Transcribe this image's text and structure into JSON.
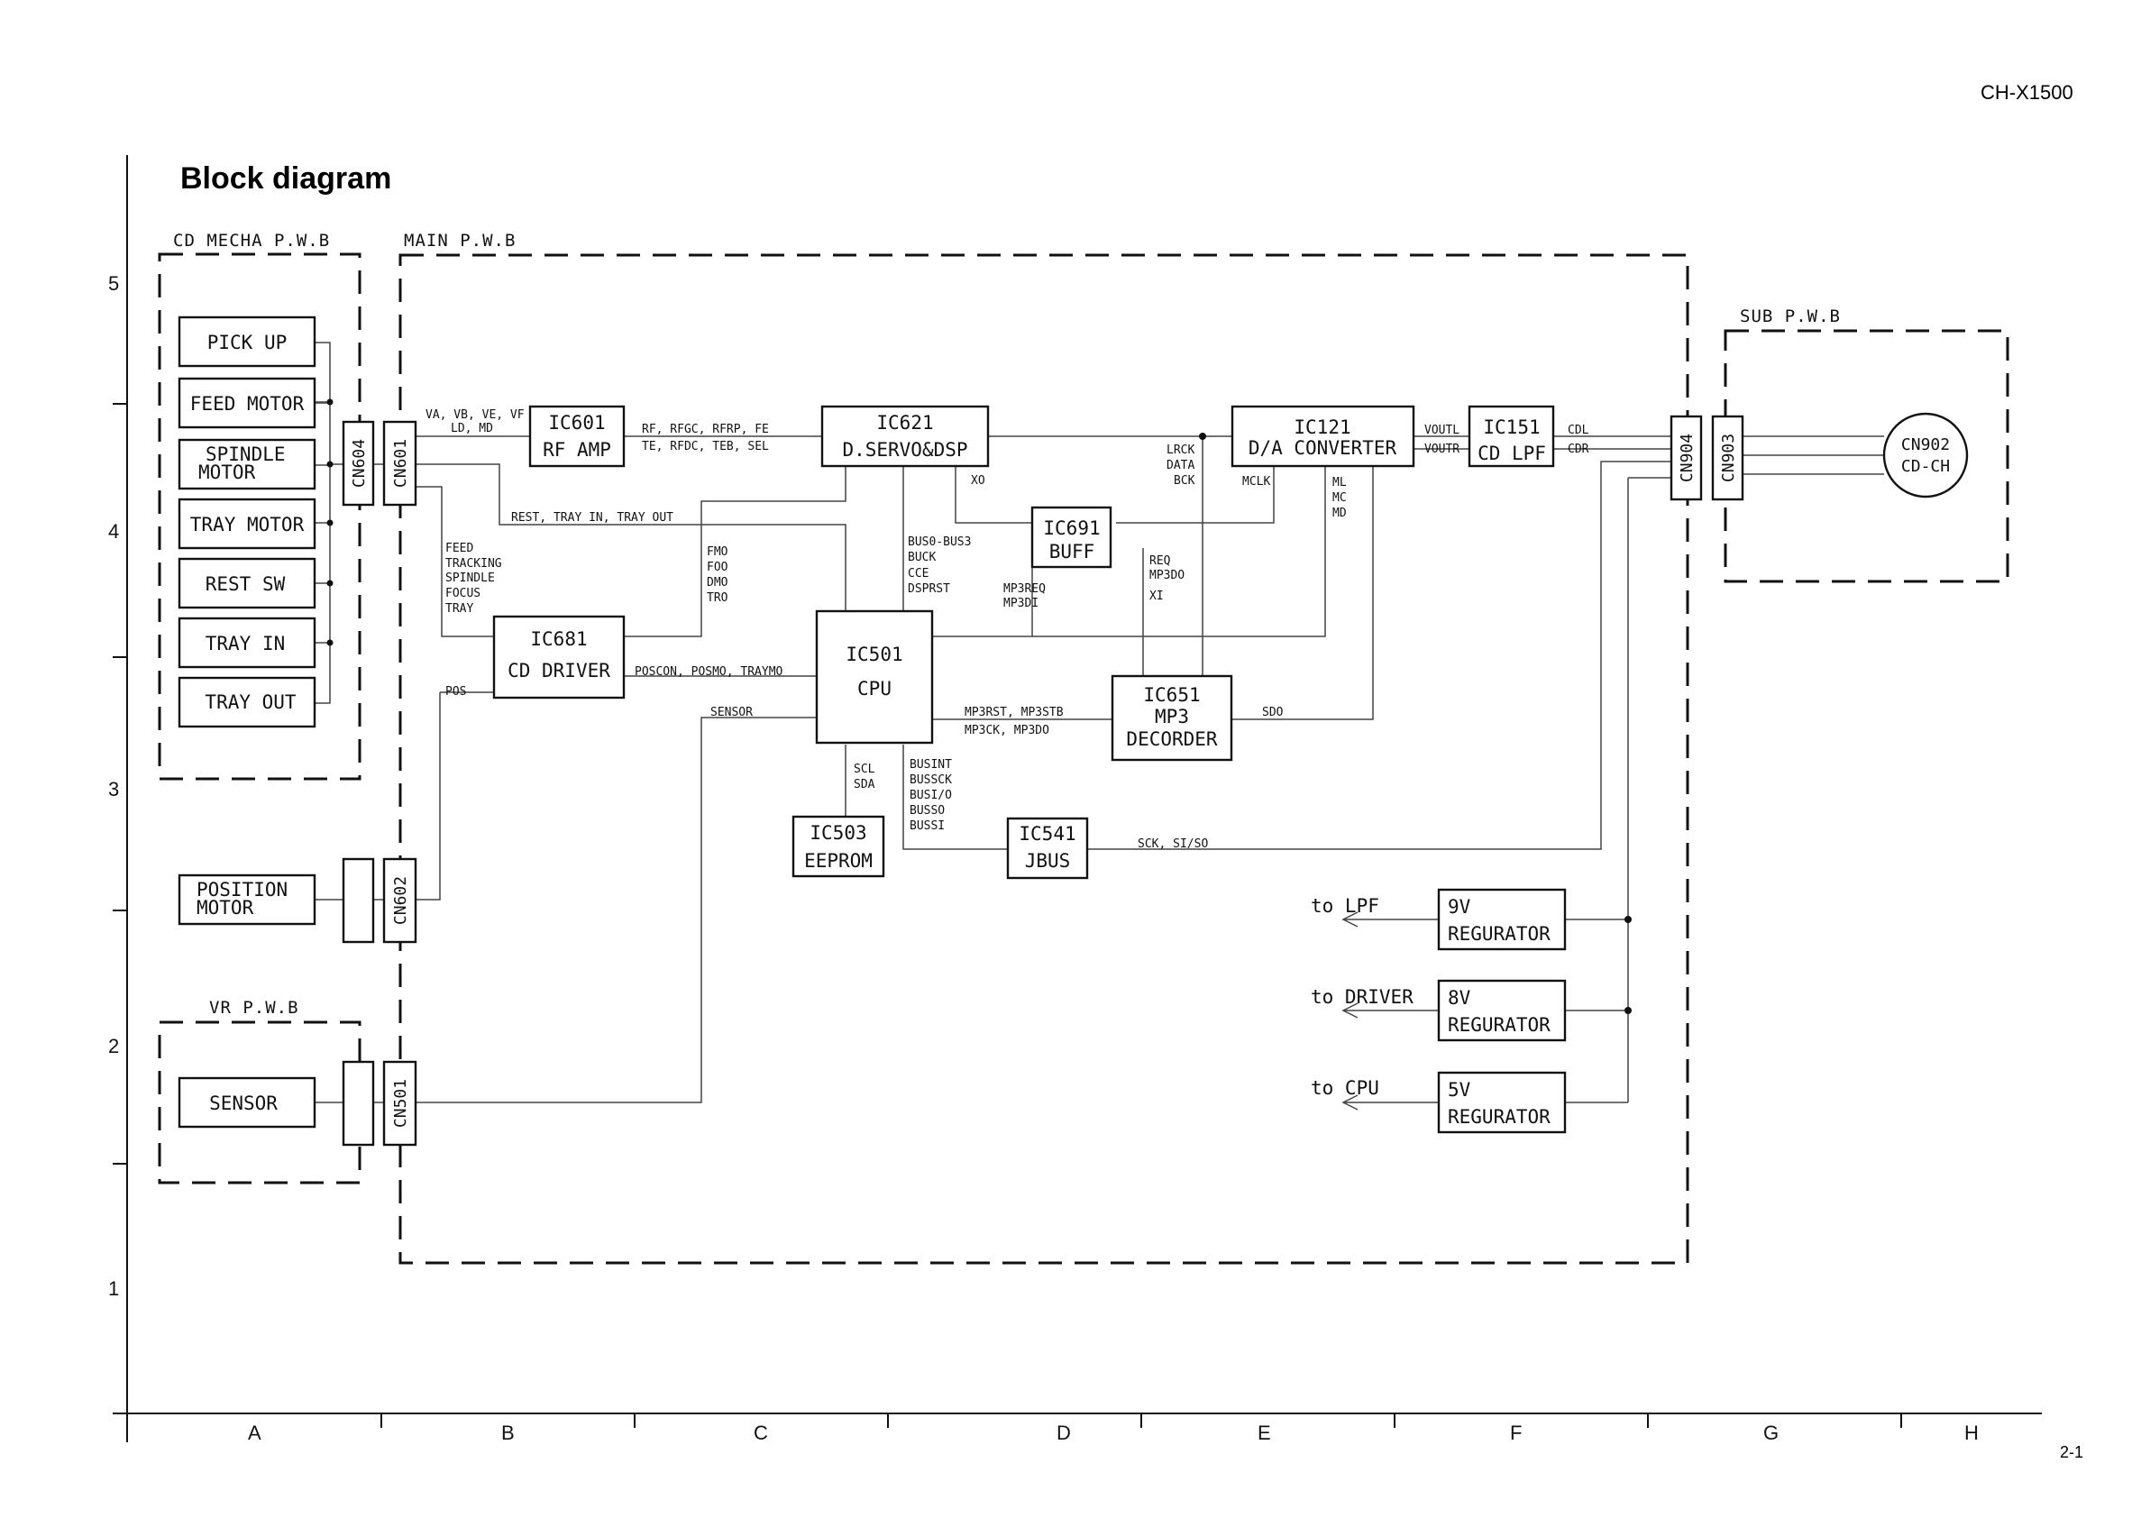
{
  "header": {
    "model": "CH-X1500",
    "title": "Block diagram",
    "page_number": "2-1"
  },
  "boards": {
    "cd_mecha": "CD MECHA P.W.B",
    "main": "MAIN P.W.B",
    "sub": "SUB P.W.B",
    "vr": "VR P.W.B"
  },
  "mecha_parts": {
    "pickup": "PICK UP",
    "feed_motor": "FEED MOTOR",
    "spindle_motor_1": "SPINDLE",
    "spindle_motor_2": "MOTOR",
    "tray_motor": "TRAY MOTOR",
    "rest_sw": "REST SW",
    "tray_in": "TRAY IN",
    "tray_out": "TRAY OUT"
  },
  "parts": {
    "position_motor_1": "POSITION",
    "position_motor_2": "MOTOR",
    "sensor": "SENSOR"
  },
  "connectors": {
    "cn604": "CN604",
    "cn601": "CN601",
    "cn602": "CN602",
    "cn501": "CN501",
    "cn904": "CN904",
    "cn903": "CN903",
    "cn902_1": "CN902",
    "cn902_2": "CD-CH"
  },
  "ics": {
    "ic601": {
      "name": "IC601",
      "desc": "RF AMP"
    },
    "ic621": {
      "name": "IC621",
      "desc": "D.SERVO&DSP"
    },
    "ic121": {
      "name": "IC121",
      "desc": "D/A CONVERTER"
    },
    "ic151": {
      "name": "IC151",
      "desc": "CD LPF"
    },
    "ic691": {
      "name": "IC691",
      "desc": "BUFF"
    },
    "ic681": {
      "name": "IC681",
      "desc": "CD DRIVER"
    },
    "ic501": {
      "name": "IC501",
      "desc": "CPU"
    },
    "ic651": {
      "name": "IC651",
      "desc_1": "MP3",
      "desc_2": "DECORDER"
    },
    "ic503": {
      "name": "IC503",
      "desc": "EEPROM"
    },
    "ic541": {
      "name": "IC541",
      "desc": "JBUS"
    }
  },
  "regulators": {
    "reg9": {
      "voltage": "9V",
      "label": "REGURATOR",
      "target": "to LPF"
    },
    "reg8": {
      "voltage": "8V",
      "label": "REGURATOR",
      "target": "to DRIVER"
    },
    "reg5": {
      "voltage": "5V",
      "label": "REGURATOR",
      "target": "to CPU"
    }
  },
  "signals": {
    "va_vb": "VA, VB, VE, VF",
    "ld_md": "LD, MD",
    "rf_afgc": "RF, RFGC, RFRP, FE",
    "te_rfdc": "TE, RFDC, TEB, SEL",
    "lrck": "LRCK",
    "data": "DATA",
    "bck": "BCK",
    "xo": "XO",
    "voutl": "VOUTL",
    "voutr": "VOUTR",
    "cdl": "CDL",
    "cdr": "CDR",
    "mclk": "MCLK",
    "ml": "ML",
    "mc": "MC",
    "md": "MD",
    "rest_tray": "REST, TRAY IN, TRAY OUT",
    "feed": "FEED",
    "tracking": "TRACKING",
    "spindle": "SPINDLE",
    "focus": "FOCUS",
    "tray": "TRAY",
    "fmo": "FMO",
    "foo": "FOO",
    "dmo": "DMO",
    "tro": "TRO",
    "bus0": "BUS0-BUS3",
    "buck": "BUCK",
    "cce": "CCE",
    "dsprst": "DSPRST",
    "mp3req": "MP3REQ",
    "mp3di": "MP3DI",
    "req": "REQ",
    "mp3do": "MP3DO",
    "xi": "XI",
    "pos": "POS",
    "poscon": "POSCON, POSMO, TRAYMO",
    "sensor_sig": "SENSOR",
    "mp3rst": "MP3RST, MP3STB",
    "mp3ck": "MP3CK, MP3DO",
    "sdo": "SDO",
    "scl": "SCL",
    "sda": "SDA",
    "busint": "BUSINT",
    "bussck": "BUSSCK",
    "busio": "BUSI/O",
    "busso": "BUSSO",
    "bussi": "BUSSI",
    "sck": "SCK, SI/SO"
  },
  "grid": {
    "cols": [
      "A",
      "B",
      "C",
      "D",
      "E",
      "F",
      "G",
      "H"
    ],
    "rows": [
      "5",
      "4",
      "3",
      "2",
      "1"
    ]
  }
}
